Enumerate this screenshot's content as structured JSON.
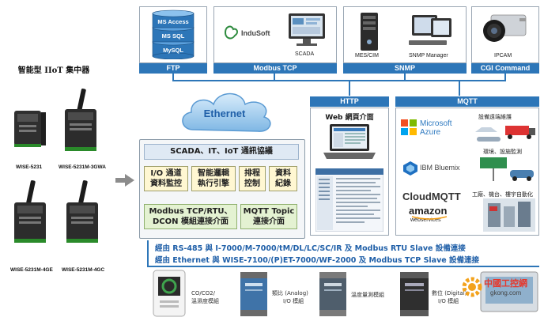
{
  "title": "智能型 IIoT 集中器",
  "gateways": [
    "WISE-5231",
    "WISE-5231M-3GWA",
    "WISE-5231M-4GE",
    "WISE-5231M-4GC"
  ],
  "top_boxes": [
    {
      "bar": "FTP",
      "items": [
        "MS Access",
        "MS SQL",
        "MySQL"
      ]
    },
    {
      "bar": "Modbus TCP",
      "logo": "InduSoft",
      "label": "SCADA"
    },
    {
      "bar": "SNMP",
      "labels": [
        "MES/CIM",
        "SNMP Manager"
      ]
    },
    {
      "bar": "CGI Command",
      "label": "IPCAM"
    }
  ],
  "cloud_label": "Ethernet",
  "http": {
    "bar": "HTTP",
    "label": "Web 網頁介面"
  },
  "mqtt": {
    "bar": "MQTT",
    "azure": "Microsoft Azure",
    "bluemix": "IBM Bluemix",
    "cloudmqtt": "CloudMQTT",
    "amazon": "amazon",
    "amazon_sub": "webservices",
    "notes": [
      "設備遠端維護",
      "環境、設施監測",
      "工廠、機台、樓宇自動化"
    ]
  },
  "protocol": {
    "title": "SCADA、IT、IoT 通訊協議",
    "cells": [
      [
        "I/O 通道",
        "資料監控"
      ],
      [
        "智能邏輯",
        "執行引擎"
      ],
      [
        "排程",
        "控制"
      ],
      [
        "資料",
        "紀錄"
      ]
    ],
    "modbus": [
      "Modbus TCP/RTU、",
      "DCON 模組連接介面"
    ],
    "mqtt_topic": [
      "MQTT Topic",
      "連接介面"
    ]
  },
  "connection_lines": [
    "經由 RS-485 與 I-7000/M-7000/tM/DL/LC/SC/IR 及 Modbus RTU Slave 設備連接",
    "經由 Ethernet 與 WISE-7100/(P)ET-7000/WF-2000 及 Modbus TCP Slave 設備連接"
  ],
  "devices": [
    [
      "CO/CO2/",
      "溫濕度模組"
    ],
    [
      "類比 (Analog)",
      "I/O 模組"
    ],
    [
      "溫度量測模組"
    ],
    [
      "數位 (Digital)",
      "I/O 模組"
    ]
  ],
  "watermark": "中國工控網",
  "watermark_url": "gkong.com",
  "colors": {
    "accent_blue": "#2d76b8",
    "link_blue": "#1f5fa8"
  }
}
